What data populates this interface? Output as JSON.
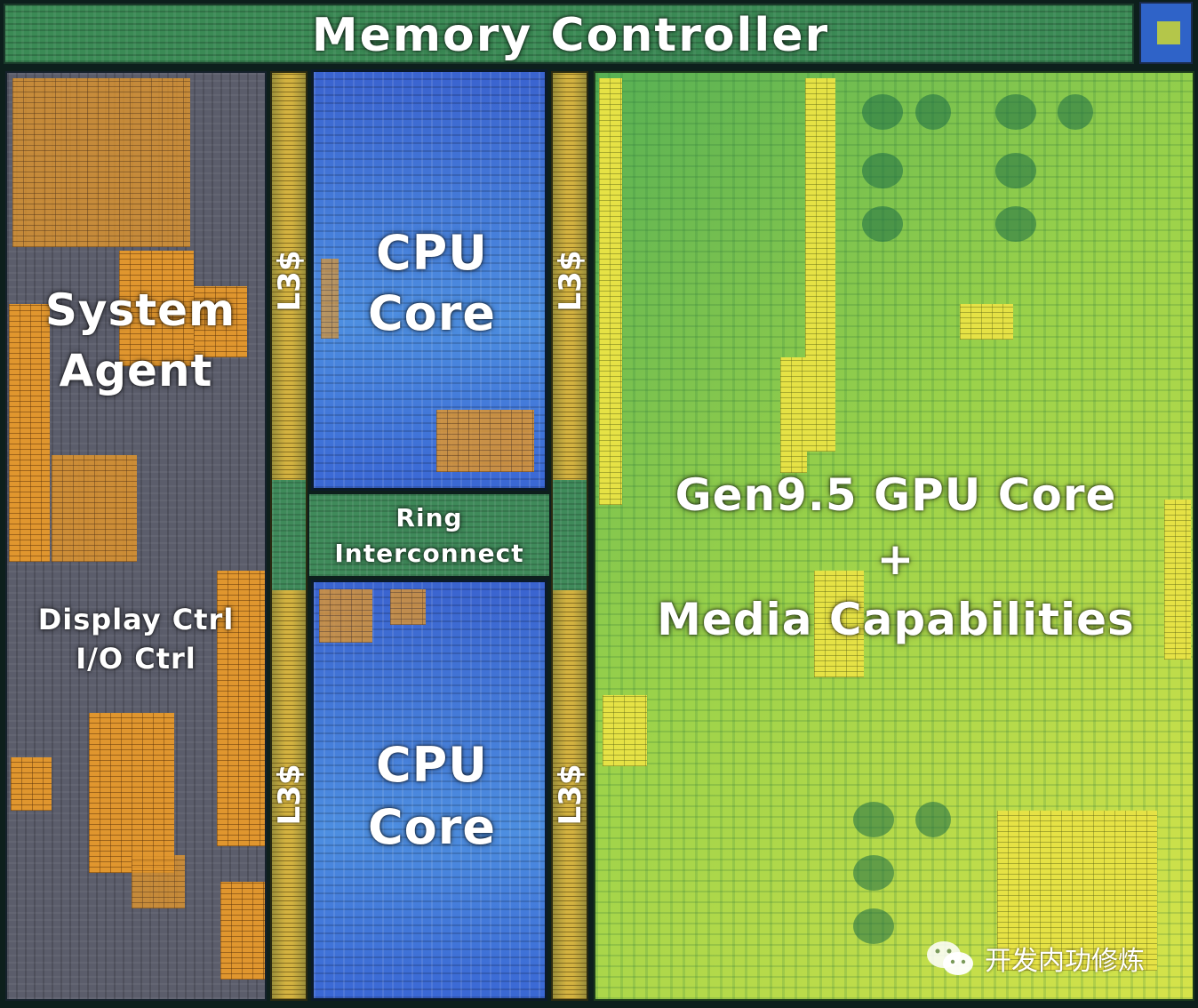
{
  "blocks": {
    "memory_controller": "Memory Controller",
    "system_agent": [
      "System",
      "Agent"
    ],
    "display_io": [
      "Display Ctrl",
      "I/O Ctrl"
    ],
    "cpu_core_top": [
      "CPU",
      "Core"
    ],
    "cpu_core_bottom": [
      "CPU",
      "Core"
    ],
    "ring": [
      "Ring",
      "Interconnect"
    ],
    "l3_labels": [
      "L3$",
      "L3$",
      "L3$",
      "L3$"
    ],
    "gpu": [
      "Gen9.5 GPU Core",
      "+",
      "Media Capabilities"
    ]
  },
  "watermark": "开发内功修炼",
  "colors": {
    "memory_controller": "#3b8a55",
    "system_agent": "#5b5d6b",
    "cpu_core": "#3f6fd6",
    "l3_cache": "#c8a23a",
    "gpu": "#9bd24a",
    "cache_arrays": "#e0962e",
    "gpu_arrays": "#e6e245"
  }
}
